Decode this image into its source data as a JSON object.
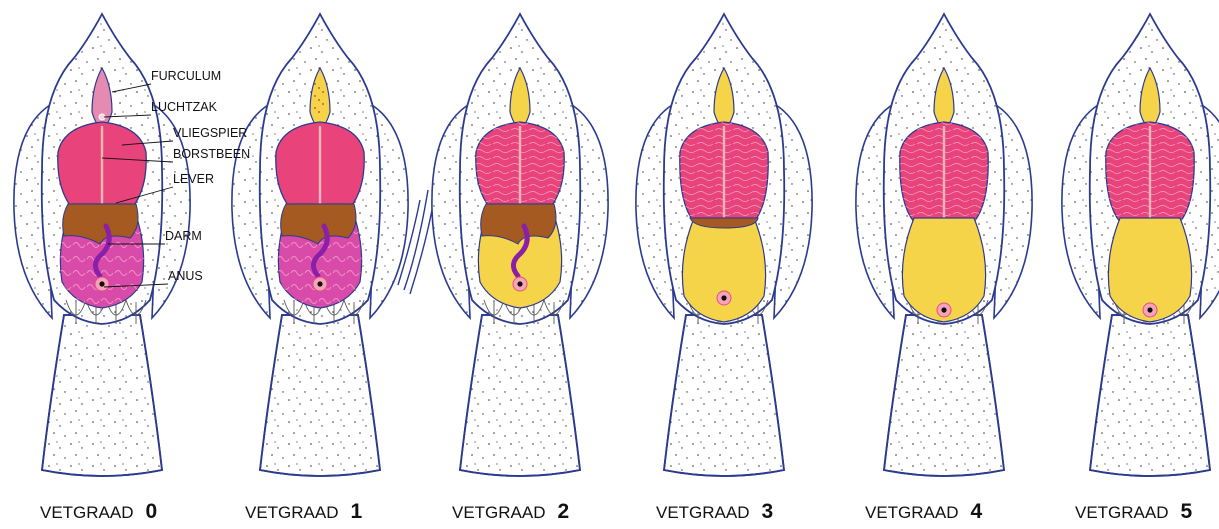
{
  "organ_labels": {
    "furculum": "FURCULUM",
    "luchtzak": "LUCHTZAK",
    "vliegspier": "VLIEGSPIER",
    "borstbeen": "BORSTBEEN",
    "lever": "LEVER",
    "darm": "DARM",
    "anus": "ANUS"
  },
  "caption_word": "VETGRAAD",
  "stages": [
    {
      "grade": "0",
      "fat_level": 0
    },
    {
      "grade": "1",
      "fat_level": 1
    },
    {
      "grade": "2",
      "fat_level": 2
    },
    {
      "grade": "3",
      "fat_level": 3
    },
    {
      "grade": "4",
      "fat_level": 4
    },
    {
      "grade": "5",
      "fat_level": 5
    }
  ],
  "colors": {
    "outline": "#2b3a8f",
    "body_fill": "#ffffff",
    "muscle": "#e8437a",
    "fat": "#f6d44a",
    "liver": "#a55a22",
    "intestine_bg": "#d94ba8",
    "intestine": "#8a1fa8",
    "sternum": "#f3b7b7",
    "furculum_pink": "#e58ab0"
  }
}
